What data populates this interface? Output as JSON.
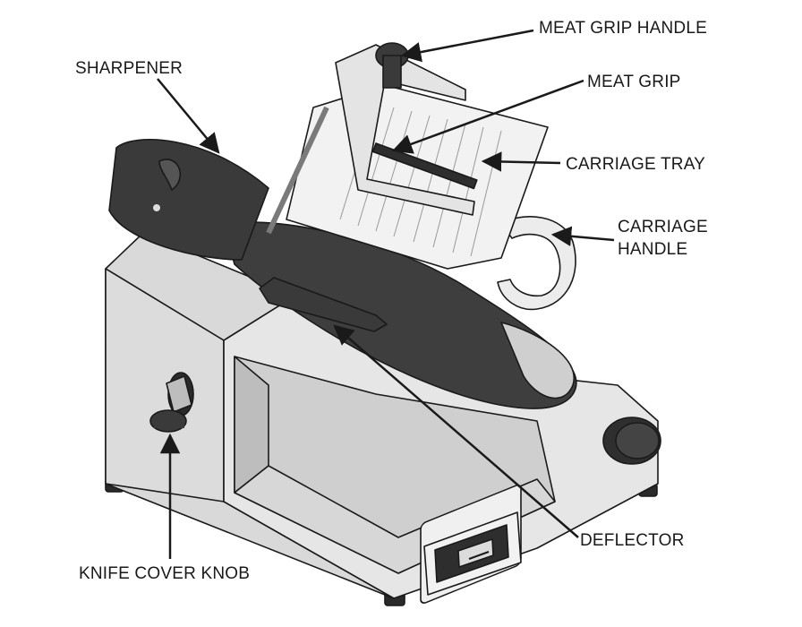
{
  "labels": {
    "meat_grip_handle": "MEAT GRIP HANDLE",
    "sharpener": "SHARPENER",
    "meat_grip": "MEAT GRIP",
    "carriage_tray": "CARRIAGE TRAY",
    "carriage_handle_line1": "CARRIAGE",
    "carriage_handle_line2": "HANDLE",
    "deflector": "DEFLECTOR",
    "knife_cover_knob": "KNIFE COVER KNOB"
  },
  "colors": {
    "body": "#e2e2e2",
    "body_shade": "#c9c9c9",
    "blade": "#3e3e3e",
    "dark_part": "#444444",
    "outline": "#1a1a1a"
  }
}
